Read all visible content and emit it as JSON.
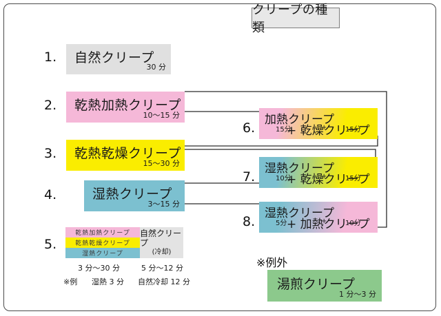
{
  "title": "クリープの種類",
  "items_left": [
    {
      "number": "1.",
      "label": "自然クリープ",
      "time": "30 分",
      "color": "#e0e0e0"
    },
    {
      "number": "2.",
      "label": "乾熱加熱クリープ",
      "time": "10〜15 分",
      "color": "#f5b8d8"
    },
    {
      "number": "3.",
      "label": "乾熱乾燥クリープ",
      "time": "15〜30 分",
      "color": "#faed00"
    },
    {
      "number": "4.",
      "label": "湿熱クリープ",
      "time": "3〜15 分",
      "color": "#7cc0d0"
    }
  ],
  "item5": {
    "number": "5.",
    "bars": [
      {
        "label": "乾熱加熱クリープ",
        "color": "#f5b8d8"
      },
      {
        "label": "乾熱乾燥クリープ",
        "color": "#faed00"
      },
      {
        "label": "湿熱クリープ",
        "color": "#7cc0d0"
      }
    ],
    "cool_box": {
      "line1": "自然クリープ",
      "line2": "(冷却)",
      "color": "#e3e3e3"
    },
    "time_left": "3 分〜30 分",
    "time_right": "5 分〜12 分",
    "note_mark": "※例",
    "note_left": "湿熱 3 分",
    "note_right": "自然冷却 12 分"
  },
  "items_right": [
    {
      "number": "6.",
      "first": "加熱クリープ",
      "second": "+ 乾燥クリープ",
      "time1": "15分",
      "plus": "+",
      "time2": "15分",
      "gradient_from": "#f5b8d8",
      "gradient_to": "#faed00"
    },
    {
      "number": "7.",
      "first": "湿熱クリープ",
      "second": "+ 乾燥クリープ",
      "time1": "10分",
      "plus": "+",
      "time2": "15分",
      "gradient_from": "#7cc0d0",
      "gradient_to": "#faed00"
    },
    {
      "number": "8.",
      "first": "湿熱クリープ",
      "second": "+ 加熱クリープ",
      "time1": "5分",
      "plus": "+",
      "time2": "10分",
      "gradient_from": "#7cc0d0",
      "gradient_to": "#f5b8d8"
    }
  ],
  "exception": {
    "heading": "※例外",
    "label": "湯煎クリープ",
    "time": "1 分〜3 分",
    "color": "#8cc98c"
  },
  "colors": {
    "frame": "#4a4a4a",
    "connector": "#2b2b2b",
    "title_bg": "#e8e8e8"
  }
}
